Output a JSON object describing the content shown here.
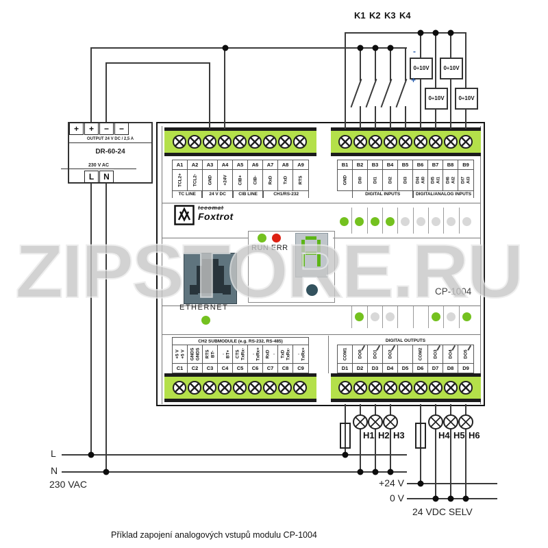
{
  "watermark": "ZIPSTORE.RU",
  "caption": "Příklad zapojení analogových vstupů modulu CP-1004",
  "colors": {
    "terminal_strip_green": "#b4e04a",
    "led_on_green": "#74c11f",
    "led_off_gray": "#d8d8d8",
    "err_led_red": "#dd2012",
    "display_segment_green": "#5cb516",
    "wire": "#3a3a3a"
  },
  "power_supply": {
    "model": "DR-60-24",
    "output_label": "OUTPUT  24 V DC / 2,5 A",
    "input_label": "230 V AC",
    "top_terminals": [
      "+",
      "+",
      "−",
      "−"
    ],
    "bottom_terminals": [
      "L",
      "N"
    ]
  },
  "switch_labels": [
    "K1",
    "K2",
    "K3",
    "K4"
  ],
  "voltage_sources": [
    {
      "label": "0÷10V"
    },
    {
      "label": "0÷10V"
    },
    {
      "label": "0÷10V"
    },
    {
      "label": "0÷10V"
    }
  ],
  "source_polarity": {
    "minus": "-",
    "plus": "+"
  },
  "module": {
    "name": "CP-1004",
    "brand_line1": "tecomat",
    "brand_line2": "Foxtrot",
    "run_err_label": "RUN ERR",
    "display_char": "A",
    "ethernet_label": "ETHERNET",
    "blocks": {
      "a": {
        "terminals": [
          {
            "id": "A1",
            "l1": "TCL2+"
          },
          {
            "id": "A2",
            "l1": "TCL2-"
          },
          {
            "id": "A3",
            "l1": "GND"
          },
          {
            "id": "A4",
            "l1": "+24V"
          },
          {
            "id": "A5",
            "l1": "CIB+"
          },
          {
            "id": "A6",
            "l1": "CIB-"
          },
          {
            "id": "A7",
            "l1": "RxD"
          },
          {
            "id": "A8",
            "l1": "TxD"
          },
          {
            "id": "A9",
            "l1": "RTS"
          }
        ],
        "sections": [
          {
            "label": "TC LINE",
            "cols": "1 / 3"
          },
          {
            "label": "24 V DC",
            "cols": "3 / 5"
          },
          {
            "label": "CIB LINE",
            "cols": "5 / 7"
          },
          {
            "label": "CH1/RS-232",
            "cols": "7 / 10"
          }
        ]
      },
      "b": {
        "terminals": [
          {
            "id": "B1",
            "l1": "GND"
          },
          {
            "id": "B2",
            "l1": "DI0"
          },
          {
            "id": "B3",
            "l1": "DI1"
          },
          {
            "id": "B4",
            "l1": "DI2"
          },
          {
            "id": "B5",
            "l1": "DI3"
          },
          {
            "id": "B6",
            "l1": "DI4",
            "l2": "AI0"
          },
          {
            "id": "B7",
            "l1": "DI5",
            "l2": "AI1"
          },
          {
            "id": "B8",
            "l1": "DI6",
            "l2": "AI2"
          },
          {
            "id": "B9",
            "l1": "DI7",
            "l2": "AI3"
          }
        ],
        "sections": [
          {
            "label": "DIGITAL INPUTS",
            "cols": "2 / 6"
          },
          {
            "label": "DIGITAL/ANALOG INPUTS",
            "cols": "6 / 10"
          }
        ]
      },
      "c": {
        "header": "CH2  SUBMODULE (e.g. RS-232, RS-485)",
        "terminals": [
          {
            "id": "C1",
            "l1": "+5 V",
            "l2": "+5 V"
          },
          {
            "id": "C2",
            "l1": "GNDS",
            "l2": "GNDS"
          },
          {
            "id": "C3",
            "l1": "RTS",
            "l2": "BT-"
          },
          {
            "id": "C4",
            "l1": ".",
            "l2": "BT+"
          },
          {
            "id": "C5",
            "l1": "CTS",
            "l2": "TxRx-"
          },
          {
            "id": "C6",
            "l1": ".",
            "l2": "TxRx+"
          },
          {
            "id": "C7",
            "l1": "RxD",
            "l2": "."
          },
          {
            "id": "C8",
            "l1": "TxD",
            "l2": "TxRx-"
          },
          {
            "id": "C9",
            "l1": ".",
            "l2": "TxRx+"
          }
        ]
      },
      "d": {
        "header": "DIGITAL OUTPUTS",
        "terminals": [
          {
            "id": "D1",
            "l1": "COM1"
          },
          {
            "id": "D2",
            "l1": "DO0",
            "relay": true
          },
          {
            "id": "D3",
            "l1": "DO1",
            "relay": true
          },
          {
            "id": "D4",
            "l1": "DO2",
            "relay": true
          },
          {
            "id": "D5",
            "l1": ""
          },
          {
            "id": "D6",
            "l1": "COM2"
          },
          {
            "id": "D7",
            "l1": "DO3",
            "relay": true
          },
          {
            "id": "D8",
            "l1": "DO4",
            "relay": true
          },
          {
            "id": "D9",
            "l1": "DO5",
            "relay": true
          }
        ]
      }
    },
    "leds_top": [
      "on",
      "on",
      "on",
      "on",
      "off",
      "off",
      "off",
      "off",
      "off"
    ],
    "leds_bottom": [
      "none",
      "on",
      "off",
      "off",
      "none",
      "none",
      "on",
      "off",
      "on"
    ]
  },
  "lamps": [
    "H1",
    "H2",
    "H3",
    "H4",
    "H5",
    "H6"
  ],
  "power_lines": {
    "l": "L",
    "n": "N",
    "mains": "230 VAC",
    "plus24": "+24 V",
    "zero": "0 V",
    "selv": "24 VDC SELV"
  }
}
